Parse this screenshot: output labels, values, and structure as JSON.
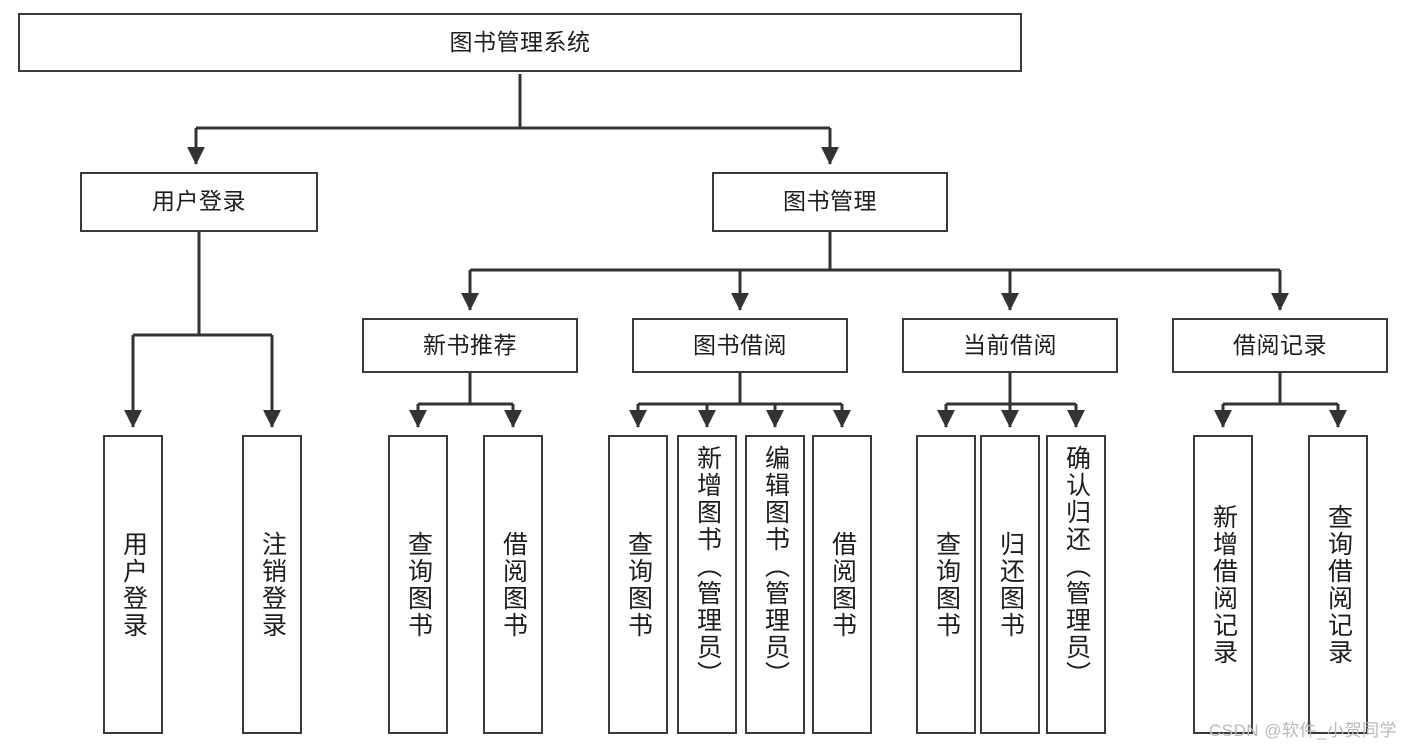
{
  "diagram": {
    "title": "图书管理系统",
    "type": "tree-hierarchy-chart",
    "watermark": "CSDN @软件_小贺同学",
    "colors": {
      "node_border": "#3a3a3a",
      "node_fill": "#ffffff",
      "edge": "#333333",
      "text": "#1d1d1d",
      "watermark": "#b9b9b9",
      "background": "#ffffff"
    },
    "levels": {
      "root": {
        "label": "图书管理系统"
      },
      "level1": [
        {
          "id": "user-login",
          "label": "用户登录"
        },
        {
          "id": "book-manage",
          "label": "图书管理"
        }
      ],
      "level2": [
        {
          "id": "new-book-recommend",
          "label": "新书推荐",
          "parent": "book-manage"
        },
        {
          "id": "book-borrow",
          "label": "图书借阅",
          "parent": "book-manage"
        },
        {
          "id": "current-borrow",
          "label": "当前借阅",
          "parent": "book-manage"
        },
        {
          "id": "borrow-record",
          "label": "借阅记录",
          "parent": "book-manage"
        }
      ],
      "leaves": [
        {
          "id": "leaf-user-login",
          "label": "用户登录",
          "parent": "user-login"
        },
        {
          "id": "leaf-user-logout",
          "label": "注销登录",
          "parent": "user-login"
        },
        {
          "id": "leaf-rec-query",
          "label": "查询图书",
          "parent": "new-book-recommend"
        },
        {
          "id": "leaf-rec-borrow",
          "label": "借阅图书",
          "parent": "new-book-recommend"
        },
        {
          "id": "leaf-borrow-query",
          "label": "查询图书",
          "parent": "book-borrow"
        },
        {
          "id": "leaf-borrow-add",
          "label": "新增图书（管理员）",
          "parent": "book-borrow"
        },
        {
          "id": "leaf-borrow-edit",
          "label": "编辑图书（管理员）",
          "parent": "book-borrow"
        },
        {
          "id": "leaf-borrow-lend",
          "label": "借阅图书",
          "parent": "book-borrow"
        },
        {
          "id": "leaf-cur-query",
          "label": "查询图书",
          "parent": "current-borrow"
        },
        {
          "id": "leaf-cur-return",
          "label": "归还图书",
          "parent": "current-borrow"
        },
        {
          "id": "leaf-cur-confirm",
          "label": "确认归还（管理员）",
          "parent": "current-borrow"
        },
        {
          "id": "leaf-rec-add",
          "label": "新增借阅记录",
          "parent": "borrow-record"
        },
        {
          "id": "leaf-rec-query-rec",
          "label": "查询借阅记录",
          "parent": "borrow-record"
        }
      ]
    }
  }
}
